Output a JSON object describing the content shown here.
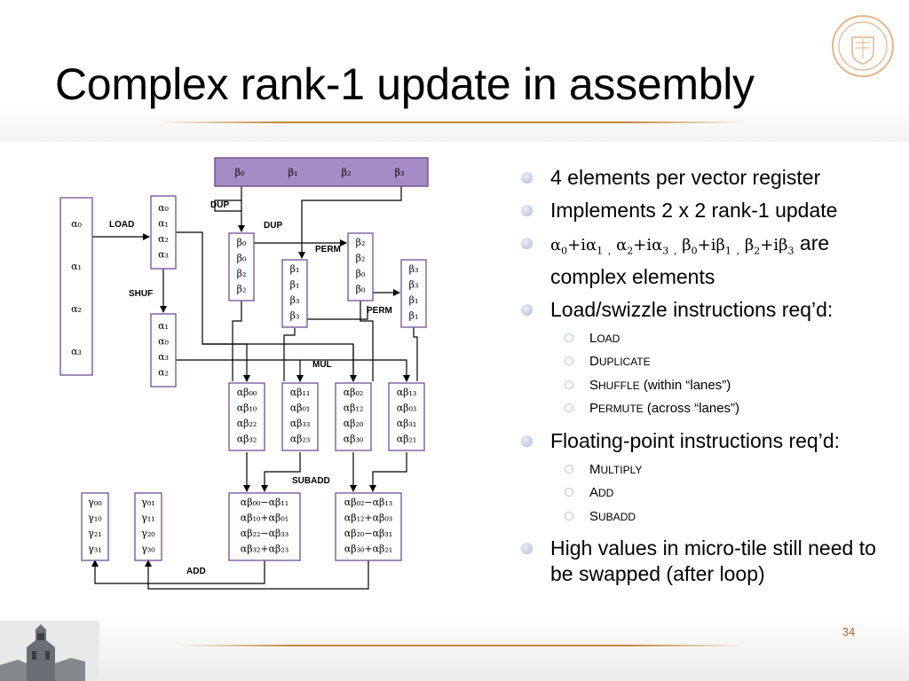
{
  "slide": {
    "title": "Complex rank-1 update in assembly",
    "page_number": "34"
  },
  "diagram": {
    "labels": {
      "load": "LOAD",
      "dup_a": "DUP",
      "dup_b": "DUP",
      "perm_a": "PERM",
      "perm_b": "PERM",
      "shuf": "SHUF",
      "mul": "MUL",
      "subadd": "SUBADD",
      "add": "ADD"
    },
    "beta_header": [
      "β₀",
      "β₁",
      "β₂",
      "β₃"
    ],
    "alpha_input": [
      "α₀",
      "α₁",
      "α₂",
      "α₃"
    ],
    "alpha_loaded": [
      "α₀",
      "α₁",
      "α₂",
      "α₃"
    ],
    "alpha_shuffled": [
      "α₁",
      "α₀",
      "α₃",
      "α₂"
    ],
    "beta_dup_1": [
      "β₀",
      "β₀",
      "β₂",
      "β₂"
    ],
    "beta_dup_2": [
      "β₁",
      "β₁",
      "β₃",
      "β₃"
    ],
    "beta_perm_1": [
      "β₂",
      "β₂",
      "β₀",
      "β₀"
    ],
    "beta_perm_2": [
      "β₃",
      "β₃",
      "β₁",
      "β₁"
    ],
    "products": [
      [
        "αβ₀₀",
        "αβ₁₀",
        "αβ₂₂",
        "αβ₃₂"
      ],
      [
        "αβ₁₁",
        "αβ₀₁",
        "αβ₃₃",
        "αβ₂₃"
      ],
      [
        "αβ₀₂",
        "αβ₁₂",
        "αβ₂₀",
        "αβ₃₀"
      ],
      [
        "αβ₁₃",
        "αβ₀₃",
        "αβ₃₁",
        "αβ₂₁"
      ]
    ],
    "subadd_results": [
      [
        "αβ₀₀−αβ₁₁",
        "αβ₁₀+αβ₀₁",
        "αβ₂₂−αβ₃₃",
        "αβ₃₂+αβ₂₃"
      ],
      [
        "αβ₀₂−αβ₁₃",
        "αβ₁₂+αβ₀₃",
        "αβ₂₀−αβ₃₁",
        "αβ₃₀+αβ₂₁"
      ]
    ],
    "gamma": [
      [
        "γ₀₀",
        "γ₁₀",
        "γ₂₁",
        "γ₃₁"
      ],
      [
        "γ₀₁",
        "γ₁₁",
        "γ₂₀",
        "γ₃₀"
      ]
    ]
  },
  "bullets": {
    "b1": "4 elements per vector register",
    "b2": "Implements 2 x 2 rank-1 update",
    "b3_tail": "are complex elements",
    "b4": "Load/swizzle instructions req’d:",
    "b4_items": [
      {
        "cap": "L",
        "small": "OAD",
        "rest": ""
      },
      {
        "cap": "D",
        "small": "UPLICATE",
        "rest": ""
      },
      {
        "cap": "S",
        "small": "HUFFLE",
        "rest": " (within “lanes”)"
      },
      {
        "cap": "P",
        "small": "ERMUTE",
        "rest": " (across “lanes”)"
      }
    ],
    "b5": "Floating-point instructions req’d:",
    "b5_items": [
      {
        "cap": "M",
        "small": "ULTIPLY"
      },
      {
        "cap": "A",
        "small": "DD"
      },
      {
        "cap": "S",
        "small": "UBADD"
      }
    ],
    "b6": "High values in micro-tile still need to be swapped (after loop)"
  },
  "colors": {
    "accent_rule": "#c8893a",
    "header_fill": "#a58cc4",
    "cell_border": "#7a5aa0",
    "page_number": "#b5651d",
    "bullet": "#aeb9d6"
  },
  "icons": {
    "seal": "university-seal-icon",
    "tower": "tower-icon"
  }
}
